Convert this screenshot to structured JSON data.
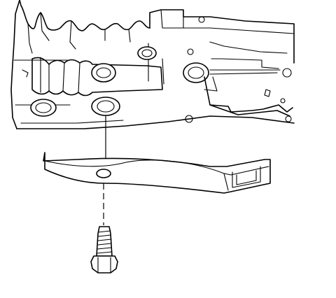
{
  "figure": {
    "type": "technical-line-drawing",
    "colors": {
      "ink": "#000000",
      "background": "#ffffff"
    },
    "parts": [
      "valve-body",
      "bracket-plate",
      "bolt"
    ]
  }
}
